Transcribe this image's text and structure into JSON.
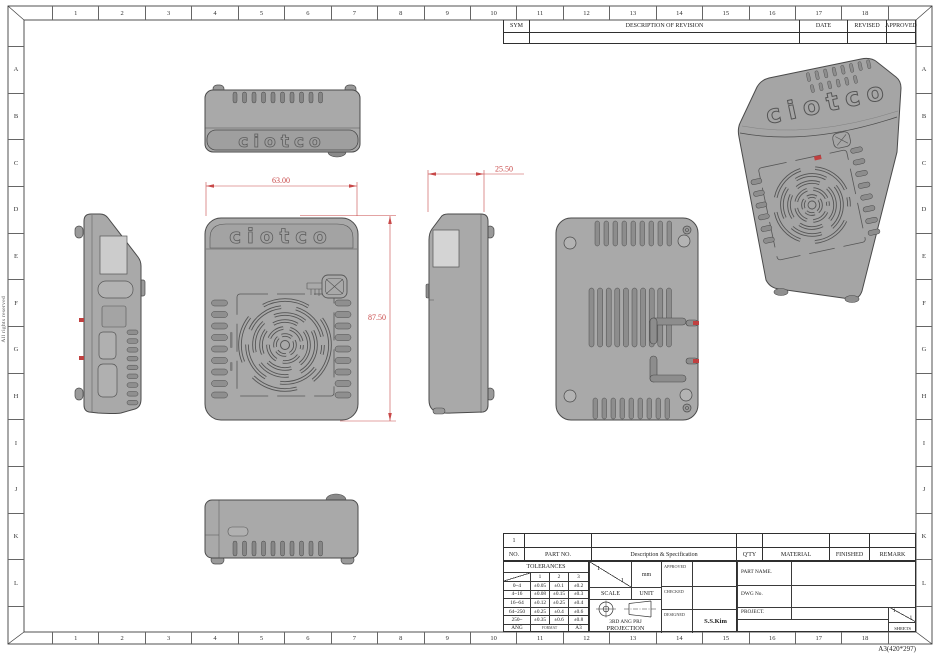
{
  "sheet": {
    "logo": "ciotco",
    "rights_text": "All rights reserved",
    "paper_label": "A3(420*297)",
    "grid_columns": [
      "1",
      "2",
      "3",
      "4",
      "5",
      "6",
      "7",
      "8",
      "9",
      "10",
      "11",
      "12",
      "13",
      "14",
      "15",
      "16",
      "17",
      "18"
    ],
    "grid_rows": [
      "A",
      "B",
      "C",
      "D",
      "E",
      "F",
      "G",
      "H",
      "I",
      "J",
      "K",
      "L"
    ]
  },
  "revision_table": {
    "sym_label": "SYM",
    "description_label": "DESCRIPTION OF REVISION",
    "date_label": "DATE",
    "revised_label": "REVISED",
    "approved_label": "APPROVED"
  },
  "dimensions": {
    "width": "63.00",
    "depth": "25.50",
    "height": "87.50"
  },
  "parts_table": {
    "headers": [
      "NO.",
      "PART NO.",
      "Description & Specification",
      "Q'TY",
      "MATERIAL",
      "FINISHED",
      "REMARK"
    ],
    "rows": [
      {
        "no": "1",
        "part_no": "",
        "description": "",
        "qty": "",
        "material": "",
        "finished": "",
        "remark": ""
      }
    ]
  },
  "tolerances": {
    "title": "TOLERANCES",
    "col_headers": [
      "1",
      "2",
      "3"
    ],
    "rows": [
      {
        "range": "0~4",
        "values": [
          "±0.05",
          "±0.1",
          "±0.2"
        ]
      },
      {
        "range": "4~16",
        "values": [
          "±0.08",
          "±0.15",
          "±0.3"
        ]
      },
      {
        "range": "16~64",
        "values": [
          "±0.12",
          "±0.25",
          "±0.4"
        ]
      },
      {
        "range": "64~250",
        "values": [
          "±0.25",
          "±0.4",
          "±0.6"
        ]
      },
      {
        "range": "250~",
        "values": [
          "±0.35",
          "±0.6",
          "±0.8"
        ]
      }
    ],
    "ang_label": "ANG",
    "format_label": "FORMAT",
    "format_value": "A3"
  },
  "title_block": {
    "scale_num": "1",
    "scale_den": "1",
    "scale_label": "SCALE",
    "unit_value": "mm",
    "unit_label": "UNIT",
    "approved_label": "APPROVED",
    "checked_label": "CHECKED",
    "designed_label": "DESIGNED",
    "designed_by": "S.S.Kim",
    "projection_text": "3RD ANG PRJ",
    "projection_label": "PROJECTION",
    "part_name_label": "PART NAME.",
    "dwg_no_label": "DWG No.",
    "project_label": "PROJECT.",
    "sheet_num": "1",
    "sheet_total": "1",
    "sheets_label": "SHEETS"
  }
}
